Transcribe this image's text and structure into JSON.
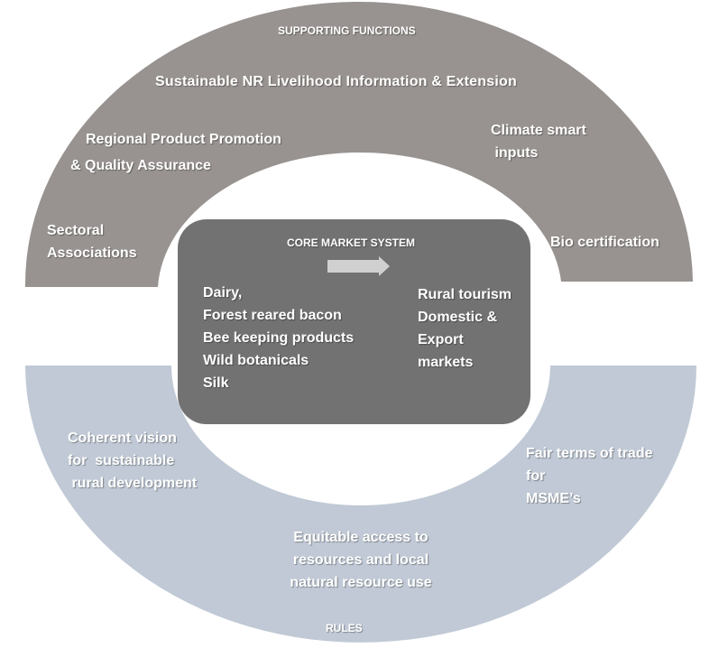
{
  "colors": {
    "supporting_ring": "#989390",
    "rules_ring": "#c0c9d5",
    "core_box": "#727272",
    "arrow": "#d0d0d0",
    "text": "#ffffff"
  },
  "supporting": {
    "title": "SUPPORTING FUNCTIONS",
    "items": [
      {
        "lines": [
          "Sustainable  NR Livelihood Information  & Extension"
        ]
      },
      {
        "lines": [
          "Regional Product Promotion",
          "& Quality Assurance"
        ]
      },
      {
        "lines": [
          "Climate smart",
          " inputs"
        ]
      },
      {
        "lines": [
          "Sectoral",
          "Associations"
        ]
      },
      {
        "lines": [
          "Bio certification"
        ]
      }
    ]
  },
  "core": {
    "title": "CORE MARKET SYSTEM",
    "arrow_icon": "arrow-right-icon",
    "products": [
      "Dairy,",
      "Forest reared bacon",
      "Bee keeping products",
      "Wild botanicals",
      "Silk"
    ],
    "markets": [
      "Rural tourism",
      "Domestic &",
      "Export",
      "markets"
    ]
  },
  "rules": {
    "title": "RULES",
    "items": [
      {
        "lines": [
          "Coherent vision",
          "for  sustainable",
          " rural development"
        ]
      },
      {
        "lines": [
          "Fair terms of trade",
          "for",
          "MSME’s"
        ]
      },
      {
        "lines": [
          "Equitable access to",
          "resources and local",
          "natural resource use"
        ]
      }
    ]
  }
}
